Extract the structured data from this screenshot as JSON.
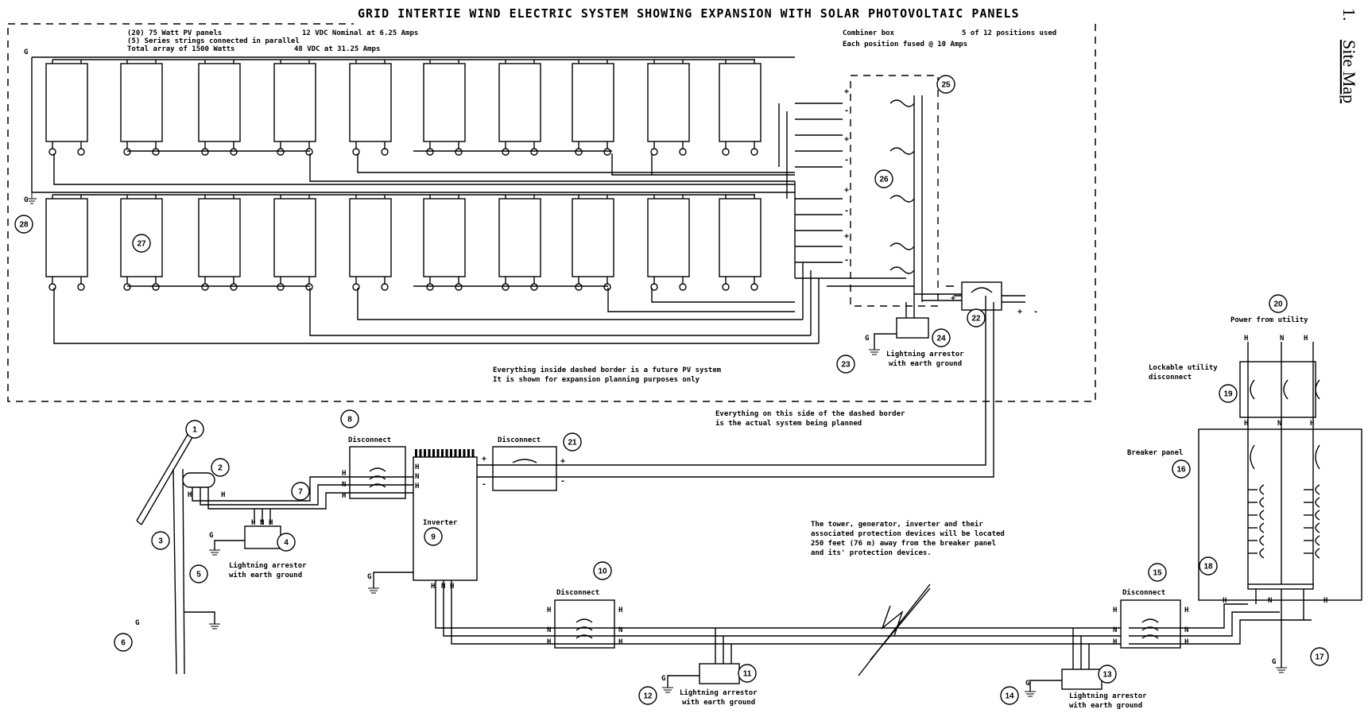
{
  "title": "GRID INTERTIE WIND ELECTRIC SYSTEM SHOWING EXPANSION WITH SOLAR PHOTOVOLTAIC PANELS",
  "side_label": {
    "number": "1.",
    "text": "Site Map"
  },
  "array_spec": {
    "line1a": "(20)      75 Watt PV panels",
    "line1b": "12 VDC Nominal at 6.25 Amps",
    "line2": "(5) Series strings connected in parallel",
    "line3a": "Total array of 1500 Watts",
    "line3b": "48 VDC at 31.25 Amps"
  },
  "combiner": {
    "line1a": "Combiner box",
    "line1b": "5 of 12 positions used",
    "line2": "Each position fused @ 10 Amps"
  },
  "notes": {
    "future_1": "Everything inside dashed border is a future PV system",
    "future_2": "It is shown for expansion planning purposes only",
    "actual_1": "Everything on this side of the dashed border",
    "actual_2": "is the actual system being planned",
    "distance_1": "The tower, generator, inverter and their",
    "distance_2": "associated protection devices will be located",
    "distance_3": "250 feet (76 m) away from the breaker panel",
    "distance_4": "and its' protection devices."
  },
  "components": {
    "disconnect": "Disconnect",
    "inverter": "Inverter",
    "lightning_1": "Lightning arrestor",
    "lightning_2": "with earth ground",
    "power_from_utility": "Power from utility",
    "lockable_1": "Lockable utility",
    "lockable_2": "disconnect",
    "breaker_panel": "Breaker panel"
  },
  "wire_letters": {
    "hot": "H",
    "neutral": "N",
    "ground": "G",
    "plus": "+",
    "minus": "-"
  },
  "callouts": [
    "1",
    "2",
    "3",
    "4",
    "5",
    "6",
    "7",
    "8",
    "9",
    "10",
    "11",
    "12",
    "13",
    "14",
    "15",
    "16",
    "17",
    "18",
    "19",
    "20",
    "21",
    "22",
    "23",
    "24",
    "25",
    "26",
    "27",
    "28"
  ]
}
